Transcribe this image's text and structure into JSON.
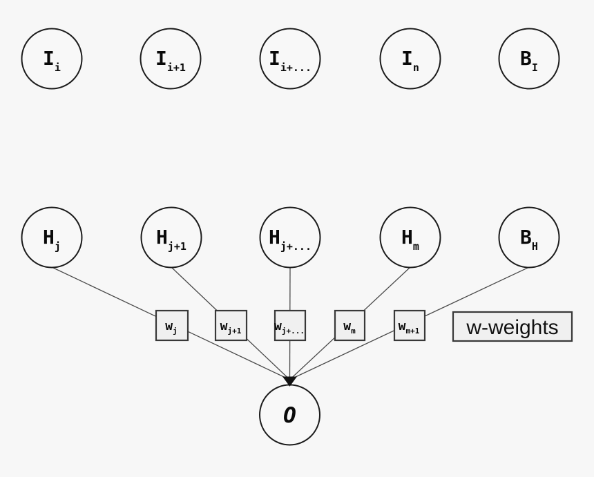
{
  "diagram": {
    "type": "neural-network-output-layer",
    "colors": {
      "background": "#f7f7f7",
      "node_fill": "#f8f8f8",
      "node_stroke": "#1c1c1c",
      "connection_line": "#4a4a4a",
      "weight_box_fill": "#f0f0f0",
      "weight_box_stroke": "#383838",
      "text": "#0a0a0a"
    },
    "input_layer": {
      "nodes": [
        {
          "main": "I",
          "sub": "i"
        },
        {
          "main": "I",
          "sub": "i+1"
        },
        {
          "main": "I",
          "sub": "i+..."
        },
        {
          "main": "I",
          "sub": "n"
        },
        {
          "main": "B",
          "sub": "I"
        }
      ]
    },
    "hidden_layer": {
      "nodes": [
        {
          "main": "H",
          "sub": "j"
        },
        {
          "main": "H",
          "sub": "j+1"
        },
        {
          "main": "H",
          "sub": "j+..."
        },
        {
          "main": "H",
          "sub": "m"
        },
        {
          "main": "B",
          "sub": "H"
        }
      ]
    },
    "weights": {
      "boxes": [
        {
          "main": "w",
          "sub": "j"
        },
        {
          "main": "w",
          "sub": "j+1"
        },
        {
          "main": "w",
          "sub": "j+..."
        },
        {
          "main": "w",
          "sub": "m"
        },
        {
          "main": "w",
          "sub": "m+1"
        }
      ],
      "legend_label": "w-weights"
    },
    "output_layer": {
      "node": {
        "main": "O"
      }
    }
  }
}
